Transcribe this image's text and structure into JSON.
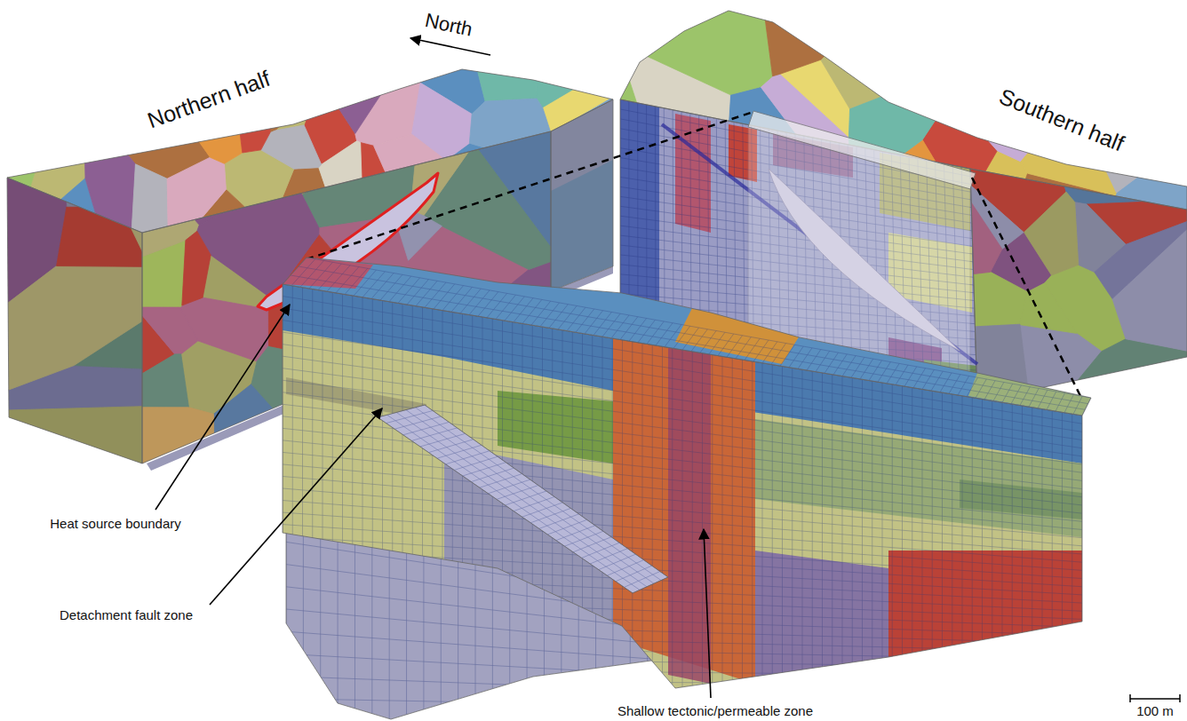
{
  "diagram": {
    "labels": [
      "North",
      "Northern half",
      "Southern half",
      "Heat source boundary",
      "Detachment fault zone",
      "Shallow tectonic/permeable zone",
      "100 m"
    ]
  }
}
